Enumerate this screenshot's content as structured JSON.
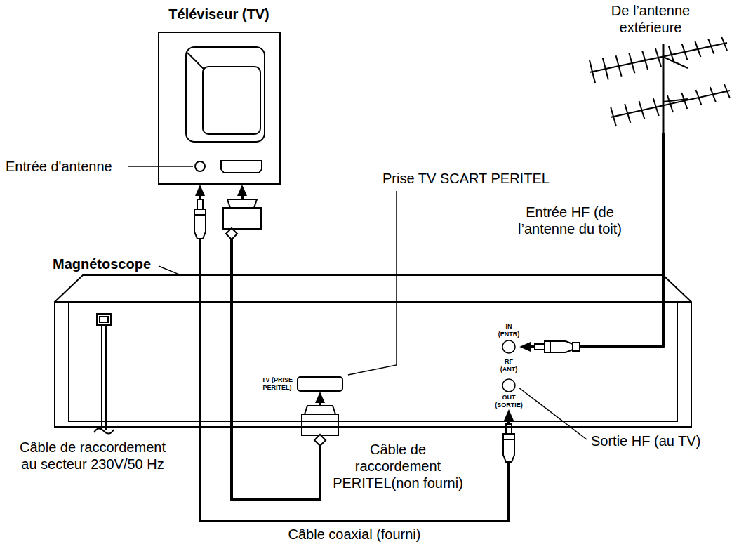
{
  "diagram": {
    "nodes": [
      {
        "text": [
          "Téléviseur (TV)"
        ]
      },
      {
        "text": [
          "De l’antenne extérieure"
        ]
      },
      {
        "text": [
          "Magnétoscope"
        ]
      },
      {
        "text": [
          "TV (PRISE PERITEL)"
        ],
        "in": 2
      },
      {
        "text": [
          "IN (ENTR)"
        ],
        "in": 2
      },
      {
        "text": [
          "OUT (SORTIE)"
        ],
        "in": 2
      }
    ],
    "edges": [
      {
        "from": 1,
        "to": 4,
        "arrow": "to"
      },
      {
        "from": 5,
        "to": 0,
        "label": "Câble coaxial (fourni)",
        "arrow": "both"
      },
      {
        "from": 3,
        "to": 0,
        "label": "Câble de raccordement PERITEL(non fourni)",
        "arrow": "both"
      }
    ],
    "labels": [
      "Entrée d'antenne",
      "Prise TV SCART PERITEL",
      "Entrée HF (de l’antenne du toit)",
      "RF (ANT)",
      "Sortie HF (au TV)",
      "Câble de raccordement au secteur 230V/50 Hz"
    ]
  }
}
